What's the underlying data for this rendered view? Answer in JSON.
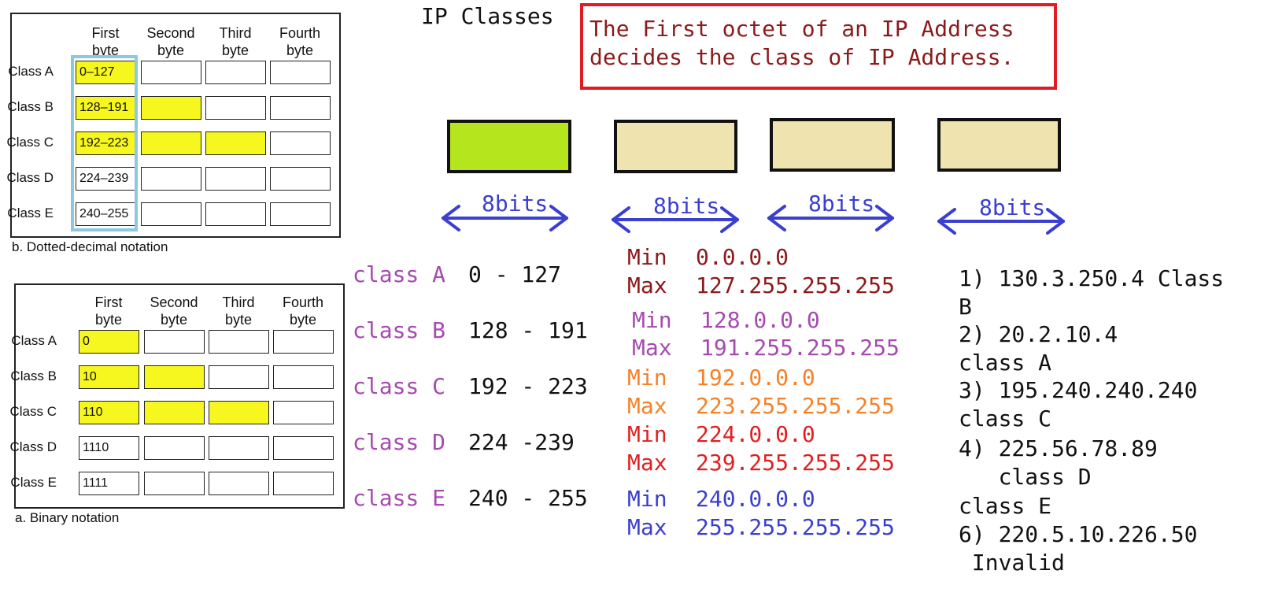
{
  "title": "IP Classes",
  "note": {
    "line1": "The First octet of an IP Address",
    "line2": "decides the class of IP Address."
  },
  "octet_colors": [
    "#b5e61d",
    "#efe4b0",
    "#efe4b0",
    "#efe4b0"
  ],
  "bits_label": "8bits",
  "dotted_table": {
    "headers": [
      [
        "First",
        "byte"
      ],
      [
        "Second",
        "byte"
      ],
      [
        "Third",
        "byte"
      ],
      [
        "Fourth",
        "byte"
      ]
    ],
    "rows": [
      {
        "label": "Class A",
        "first": "0–127",
        "yellow": 1
      },
      {
        "label": "Class B",
        "first": "128–191",
        "yellow": 2
      },
      {
        "label": "Class C",
        "first": "192–223",
        "yellow": 3
      },
      {
        "label": "Class D",
        "first": "224–239",
        "yellow": 0
      },
      {
        "label": "Class E",
        "first": "240–255",
        "yellow": 0
      }
    ],
    "caption": "b. Dotted-decimal notation"
  },
  "binary_table": {
    "headers": [
      [
        "First",
        "byte"
      ],
      [
        "Second",
        "byte"
      ],
      [
        "Third",
        "byte"
      ],
      [
        "Fourth",
        "byte"
      ]
    ],
    "rows": [
      {
        "label": "Class A",
        "first": "0",
        "yellow": 1
      },
      {
        "label": "Class B",
        "first": "10",
        "yellow": 2
      },
      {
        "label": "Class C",
        "first": "110",
        "yellow": 3
      },
      {
        "label": "Class D",
        "first": "1110",
        "yellow": 0
      },
      {
        "label": "Class E",
        "first": "1111",
        "yellow": 0
      }
    ],
    "caption": "a. Binary notation"
  },
  "class_ranges": [
    {
      "name": "class A",
      "range": "0 - 127"
    },
    {
      "name": "class B",
      "range": "128 - 191"
    },
    {
      "name": "class C",
      "range": "192 - 223"
    },
    {
      "name": "class D",
      "range": "224 -239"
    },
    {
      "name": "class E",
      "range": "240 - 255"
    }
  ],
  "min_max": [
    {
      "min_label": "Min",
      "min": "0.0.0.0",
      "max_label": "Max",
      "max": "127.255.255.255",
      "color": "#8b1a1a"
    },
    {
      "min_label": "Min",
      "min": "128.0.0.0",
      "max_label": "Max",
      "max": "191.255.255.255",
      "color": "#a64ab0"
    },
    {
      "min_label": "Min",
      "min": "192.0.0.0",
      "max_label": "Max",
      "max": "223.255.255.255",
      "color": "#f5822a"
    },
    {
      "min_label": "Min",
      "min": "224.0.0.0",
      "max_label": "Max",
      "max": "239.255.255.255",
      "color": "#e02020"
    },
    {
      "min_label": "Min",
      "min": "240.0.0.0",
      "max_label": "Max",
      "max": "255.255.255.255",
      "color": "#3a3fd0"
    }
  ],
  "examples": [
    "1) 130.3.250.4 Class",
    "B",
    "2) 20.2.10.4",
    "class A",
    "3) 195.240.240.240",
    "class C",
    "4) 225.56.78.89",
    "   class D",
    "class E",
    "6) 220.5.10.226.50",
    " Invalid"
  ]
}
